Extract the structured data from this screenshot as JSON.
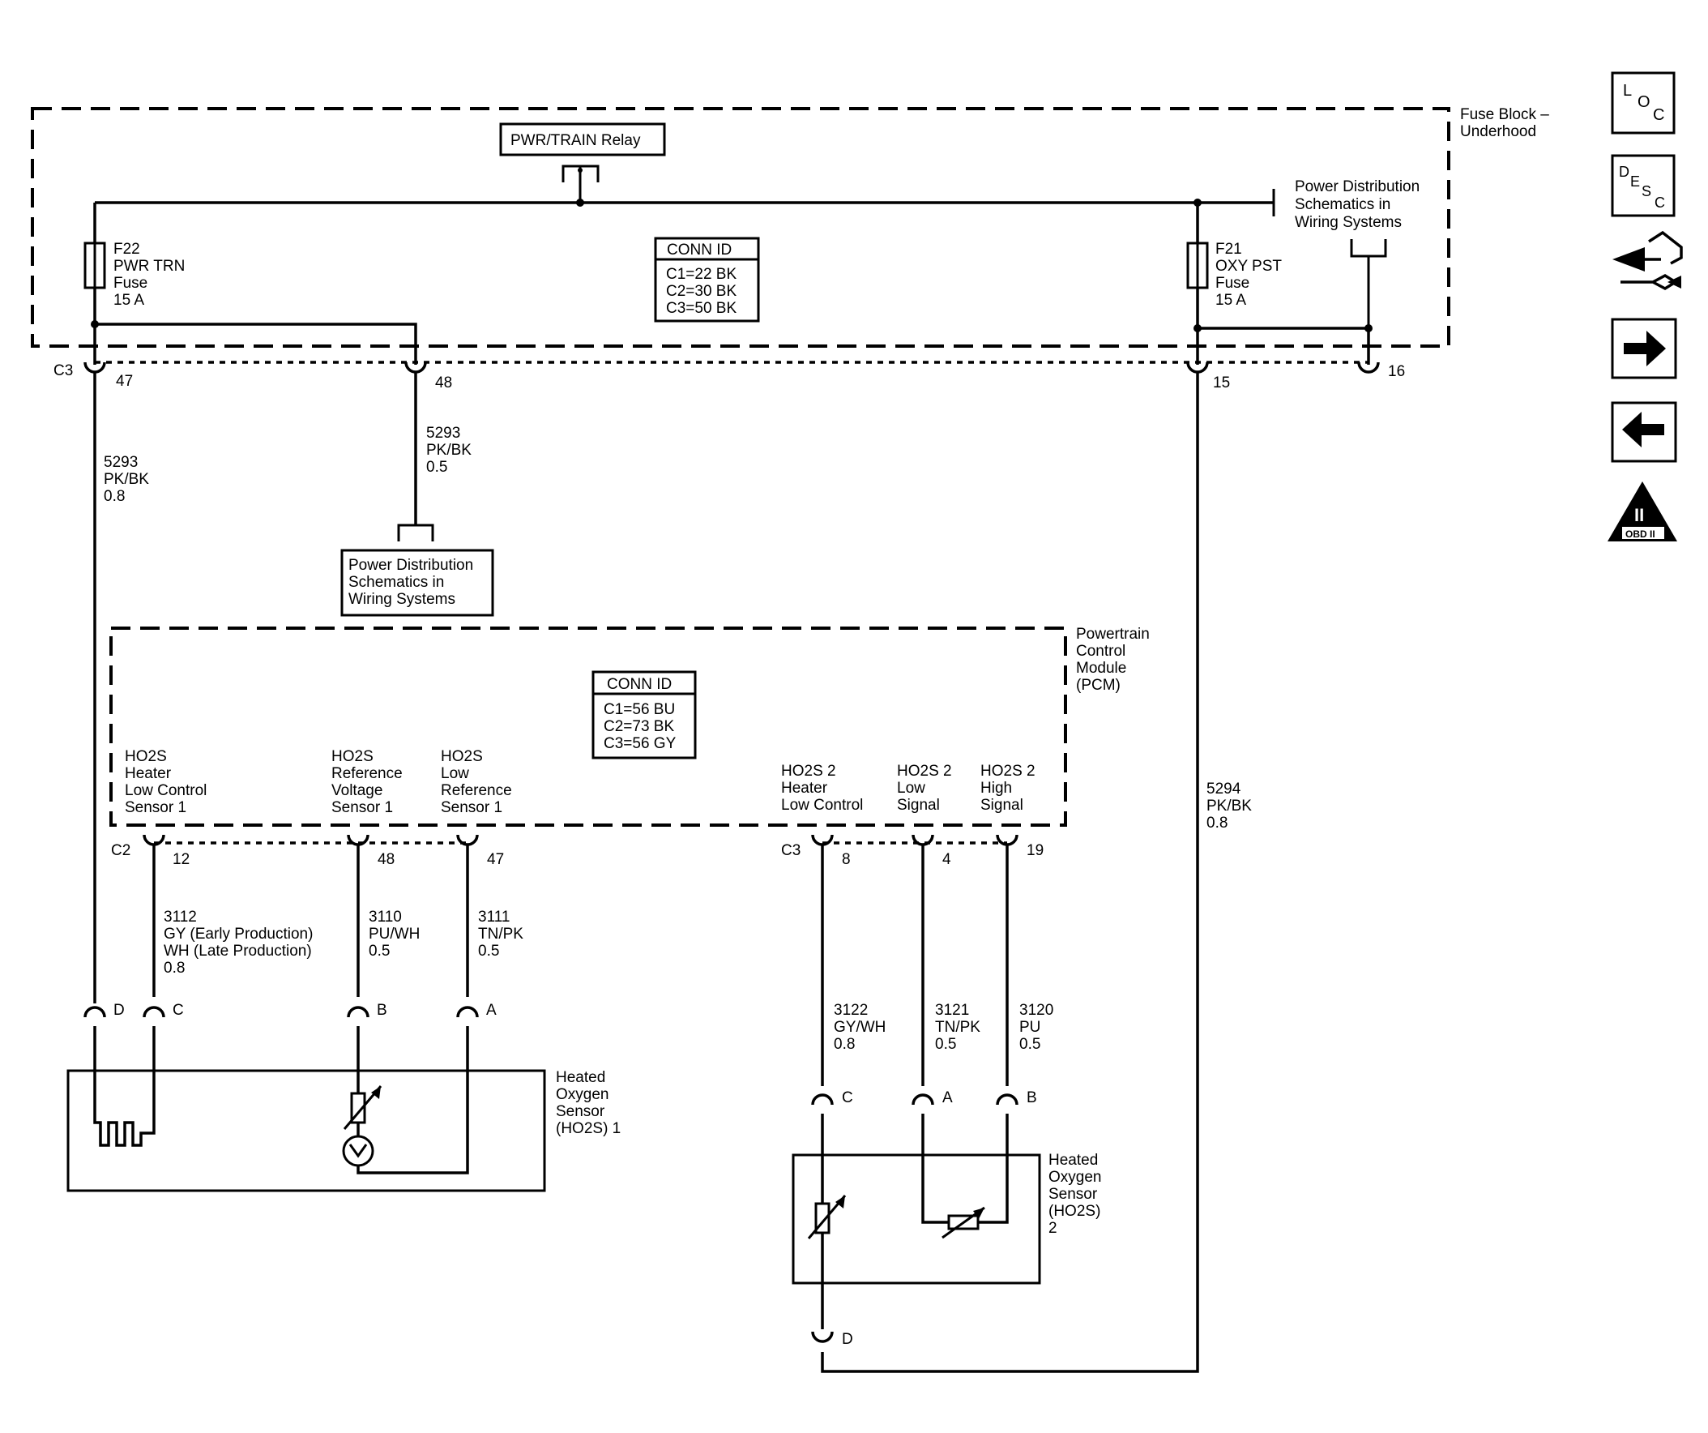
{
  "fuse_block": {
    "label_line1": "Fuse Block –",
    "label_line2": "Underhood",
    "relay": "PWR/TRAIN Relay",
    "power_dist": [
      "Power Distribution",
      "Schematics in",
      "Wiring Systems"
    ],
    "fuse_f22": [
      "F22",
      "PWR TRN",
      "Fuse",
      "15 A"
    ],
    "fuse_f21": [
      "F21",
      "OXY PST",
      "Fuse",
      "15 A"
    ],
    "conn_id_title": "CONN ID",
    "conn_id_lines": [
      "C1=22 BK",
      "C2=30 BK",
      "C3=50 BK"
    ],
    "conn_c3": "C3",
    "pins": [
      "47",
      "48",
      "15",
      "16"
    ]
  },
  "wires_top": {
    "w5293_left": [
      "5293",
      "PK/BK",
      "0.8"
    ],
    "w5293_mid": [
      "5293",
      "PK/BK",
      "0.5"
    ],
    "w5294": [
      "5294",
      "PK/BK",
      "0.8"
    ]
  },
  "power_dist_box": [
    "Power Distribution",
    "Schematics in",
    "Wiring Systems"
  ],
  "pcm": {
    "label": [
      "Powertrain",
      "Control",
      "Module",
      "(PCM)"
    ],
    "conn_id_title": "CONN ID",
    "conn_id_lines": [
      "C1=56 BU",
      "C2=73 BK",
      "C3=56 GY"
    ],
    "terminals": [
      [
        "HO2S",
        "Heater",
        "Low Control",
        "Sensor 1"
      ],
      [
        "HO2S",
        "Reference",
        "Voltage",
        "Sensor 1"
      ],
      [
        "HO2S",
        "Low",
        "Reference",
        "Sensor 1"
      ],
      [
        "HO2S 2",
        "Heater",
        "Low Control"
      ],
      [
        "HO2S 2",
        "Low",
        "Signal"
      ],
      [
        "HO2S 2",
        "High",
        "Signal"
      ]
    ],
    "conn_c2": "C2",
    "conn_c3": "C3",
    "pins": [
      "12",
      "48",
      "47",
      "8",
      "4",
      "19"
    ]
  },
  "wires_bottom": {
    "w3112": [
      "3112",
      "GY (Early Production)",
      "WH (Late Production)",
      "0.8"
    ],
    "w3110": [
      "3110",
      "PU/WH",
      "0.5"
    ],
    "w3111": [
      "3111",
      "TN/PK",
      "0.5"
    ],
    "w3122": [
      "3122",
      "GY/WH",
      "0.8"
    ],
    "w3121": [
      "3121",
      "TN/PK",
      "0.5"
    ],
    "w3120": [
      "3120",
      "PU",
      "0.5"
    ]
  },
  "sensor1": {
    "label": [
      "Heated",
      "Oxygen",
      "Sensor",
      "(HO2S) 1"
    ],
    "pins": [
      "D",
      "C",
      "B",
      "A"
    ]
  },
  "sensor2": {
    "label": [
      "Heated",
      "Oxygen",
      "Sensor",
      "(HO2S)",
      "2"
    ],
    "pins": [
      "C",
      "A",
      "B",
      "D"
    ]
  },
  "nav": {
    "loc": [
      "L",
      "O",
      "C"
    ],
    "desc": [
      "D",
      "E",
      "S",
      "C"
    ],
    "obd": [
      "II",
      "OBD II"
    ]
  }
}
